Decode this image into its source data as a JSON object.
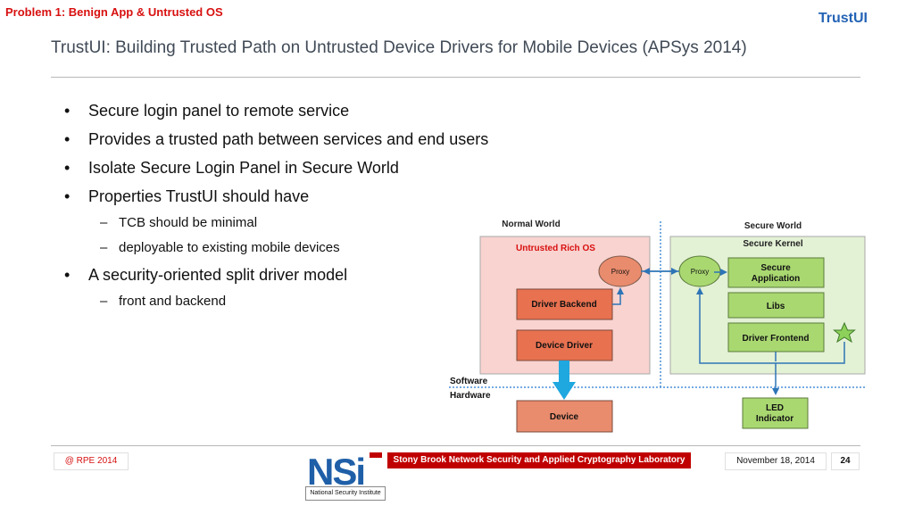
{
  "header": {
    "problem_label": "Problem 1:  Benign App & Untrusted OS",
    "brand": "TrustUI",
    "title": "TrustUI: Building Trusted Path on Untrusted Device Drivers for Mobile Devices (APSys 2014)"
  },
  "bullets": [
    {
      "text": "Secure login panel to remote service",
      "level": 1
    },
    {
      "text": "Provides a trusted path between services and end users",
      "level": 1
    },
    {
      "text": "Isolate Secure Login Panel in Secure World",
      "level": 1
    },
    {
      "text": "Properties TrustUI should have",
      "level": 1
    },
    {
      "text": "TCB should be minimal",
      "level": 2
    },
    {
      "text": "deployable to existing mobile devices",
      "level": 2
    },
    {
      "text": "A security-oriented split driver model",
      "level": 1
    },
    {
      "text": "front and backend",
      "level": 2
    }
  ],
  "diagram": {
    "normal_world": "Normal World",
    "secure_world": "Secure World",
    "untrusted_os": "Untrusted Rich OS",
    "secure_kernel": "Secure Kernel",
    "proxy_normal": "Proxy",
    "proxy_secure": "Proxy",
    "driver_backend": "Driver Backend",
    "device_driver": "Device Driver",
    "secure_app_line1": "Secure",
    "secure_app_line2": "Application",
    "libs": "Libs",
    "driver_frontend": "Driver Frontend",
    "software": "Software",
    "hardware": "Hardware",
    "device": "Device",
    "led_line1": "LED",
    "led_line2": "Indicator"
  },
  "footer": {
    "copyright": "@ RPE 2014",
    "logo_text": "NSi",
    "logo_caption": "National Security Institute",
    "lab": "Stony Brook Network Security and Applied Cryptography Laboratory",
    "date": "November 18, 2014",
    "page": "24"
  },
  "colors": {
    "red": "#d81010",
    "blue": "#2463b5",
    "normal_world_fill": "#f8d3d0",
    "secure_world_fill": "#e3f1d5",
    "orange_box": "#e87150",
    "green_box": "#a9d871",
    "lab_banner": "#c00000"
  }
}
